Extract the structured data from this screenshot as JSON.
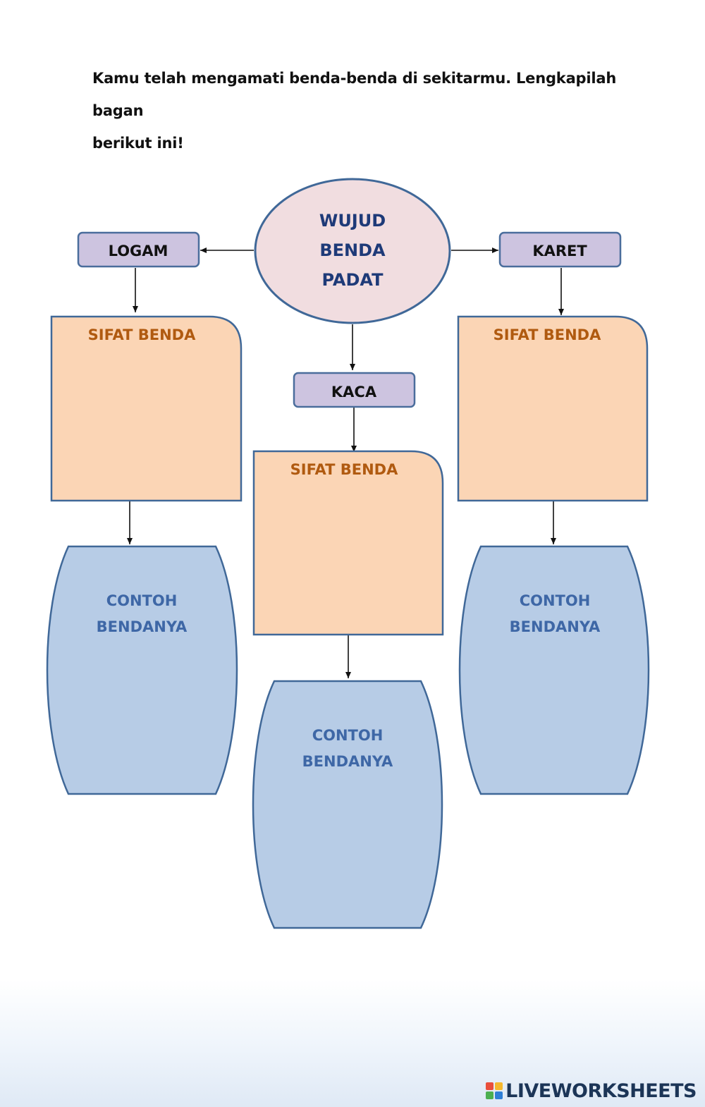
{
  "instruction": {
    "line1": "Kamu telah mengamati benda-benda di sekitarmu. Lengkapilah bagan",
    "line2": "berikut ini!"
  },
  "center": {
    "lines": [
      "WUJUD",
      "BENDA",
      "PADAT"
    ]
  },
  "materials": {
    "left": "LOGAM",
    "middle": "KACA",
    "right": "KARET"
  },
  "sifat_label": "SIFAT BENDA",
  "contoh_lines": [
    "CONTOH",
    "BENDANYA"
  ],
  "brand": {
    "text": "LIVEWORKSHEETS"
  },
  "colors": {
    "material_fill": "#cdc4e0",
    "material_stroke": "#4a6d9c",
    "center_fill": "#f1dde0",
    "sifat_fill": "#fbd5b5",
    "contoh_fill": "#b7cce6",
    "stroke": "#406898"
  }
}
